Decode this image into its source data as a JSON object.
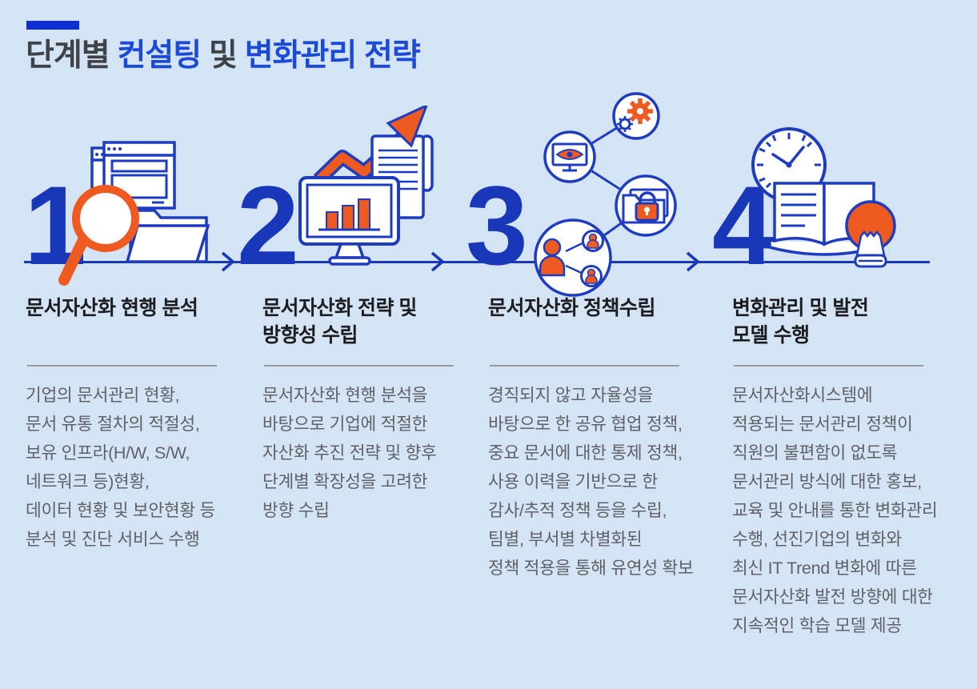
{
  "page": {
    "background_color": "#d5e4f5",
    "accent_bar_color": "#0f2fd4",
    "timeline_color": "#1837b9",
    "number_color": "#1837b9",
    "orange_color": "#ee5a20",
    "heading_color": "#1b1d20",
    "body_color": "#5e6266",
    "title_blue": "#1b49d8",
    "title_gray": "#3f4347"
  },
  "title": {
    "segments": [
      {
        "text": "단계별 ",
        "color": "#3f4347"
      },
      {
        "text": "컨설팅",
        "color": "#1b49d8"
      },
      {
        "text": " 및 ",
        "color": "#3f4347"
      },
      {
        "text": "변화관리 전략",
        "color": "#1b49d8"
      }
    ]
  },
  "steps": [
    {
      "number": "1",
      "icon": "magnifier-documents-folder-icon",
      "heading_lines": [
        "문서자산화 현행 분석"
      ],
      "body_lines": [
        "기업의 문서관리 현황,",
        "문서 유통 절차의 적절성,",
        "보유 인프라(H/W, S/W,",
        "네트워크 등)현황,",
        "데이터 현황 및 보안현황 등",
        "분석 및 진단 서비스 수행"
      ]
    },
    {
      "number": "2",
      "icon": "chart-monitor-growth-arrow-icon",
      "heading_lines": [
        "문서자산화 전략 및",
        "방향성 수립"
      ],
      "body_lines": [
        "문서자산화 현행 분석을",
        "바탕으로 기업에 적절한",
        "자산화 추진 전략 및 향후",
        "단계별 확장성을 고려한",
        "방향 수립"
      ]
    },
    {
      "number": "3",
      "icon": "policy-network-gear-eye-lock-people-icon",
      "heading_lines": [
        "문서자산화 정책수립"
      ],
      "body_lines": [
        "경직되지 않고 자율성을",
        "바탕으로 한 공유 협업 정책,",
        "중요 문서에 대한 통제 정책,",
        "사용 이력을 기반으로 한",
        "감사/추적 정책 등을 수립,",
        "팀별, 부서별 차별화된",
        "정책 적용을 통해 유연성 확보"
      ]
    },
    {
      "number": "4",
      "icon": "clock-book-lightbulb-icon",
      "heading_lines": [
        "변화관리 및 발전",
        "모델 수행"
      ],
      "body_lines": [
        "문서자산화시스템에",
        "적용되는 문서관리 정책이",
        "직원의 불편함이 없도록",
        "문서관리 방식에 대한 홍보,",
        "교육 및 안내를 통한 변화관리",
        "수행, 선진기업의 변화와",
        "최신 IT Trend 변화에 따른",
        "문서자산화 발전 방향에 대한",
        "지속적인 학습 모델 제공"
      ]
    }
  ]
}
